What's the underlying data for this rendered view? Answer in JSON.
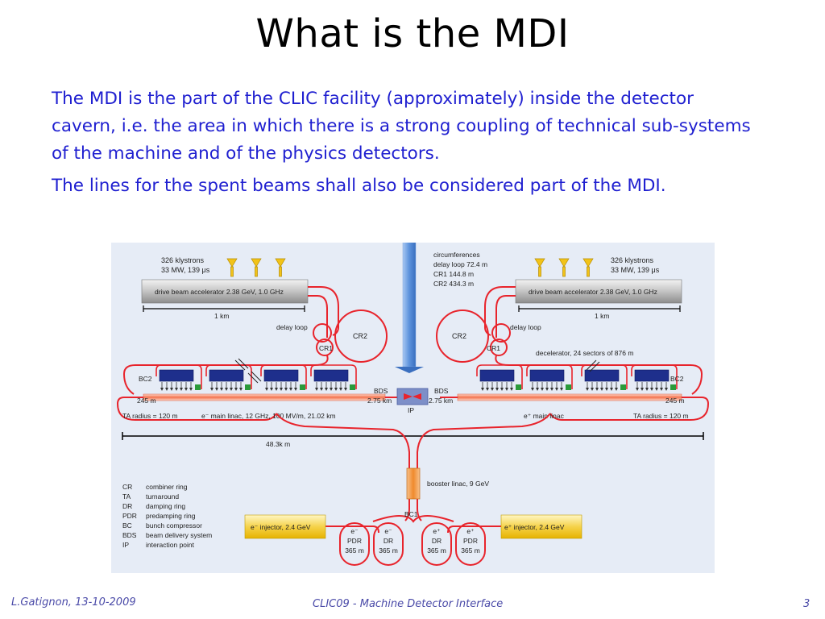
{
  "slide": {
    "title": "What is the MDI",
    "paragraph1": "The MDI is the part of the CLIC facility (approximately) inside the detector cavern, i.e. the area in which there is a strong coupling of technical sub-systems of the machine and of the physics detectors.",
    "paragraph2": "The lines for the spent beams shall also be considered part of the MDI."
  },
  "diagram": {
    "klystrons": [
      "326 klystrons",
      "33 MW, 139 μs"
    ],
    "drive_beam": "drive beam accelerator 2.38 GeV, 1.0 GHz",
    "one_km": "1 km",
    "delay_loop": "delay loop",
    "cr1": "CR1",
    "cr2": "CR2",
    "circumferences": [
      "circumferences",
      "delay loop 72.4 m",
      "CR1 144.8 m",
      "CR2 434.3 m"
    ],
    "decelerator": "decelerator, 24 sectors of 876 m",
    "bc2": "BC2",
    "m245": "245 m",
    "bds": "BDS",
    "bds_length": "2.75 km",
    "ip": "IP",
    "ta_radius": "TA radius = 120 m",
    "main_linac_left": "e⁻ main linac, 12 GHz, 100 MV/m, 21.02 km",
    "main_linac_right": "e⁺ main linac",
    "total_length": "48.3k m",
    "booster": "booster linac, 9 GeV",
    "bc1": "BC1",
    "injector_left": "e⁻ injector, 2.4 GeV",
    "injector_right": "e⁺ injector, 2.4 GeV",
    "rings": [
      {
        "particle": "e⁻",
        "name": "PDR",
        "length": "365 m"
      },
      {
        "particle": "e⁻",
        "name": "DR",
        "length": "365 m"
      },
      {
        "particle": "e⁺",
        "name": "DR",
        "length": "365 m"
      },
      {
        "particle": "e⁺",
        "name": "PDR",
        "length": "365 m"
      }
    ],
    "legend": [
      {
        "abbr": "CR",
        "desc": "combiner ring"
      },
      {
        "abbr": "TA",
        "desc": "turnaround"
      },
      {
        "abbr": "DR",
        "desc": "damping ring"
      },
      {
        "abbr": "PDR",
        "desc": "predamping ring"
      },
      {
        "abbr": "BC",
        "desc": "bunch compressor"
      },
      {
        "abbr": "BDS",
        "desc": "beam delivery system"
      },
      {
        "abbr": "IP",
        "desc": "interaction point"
      }
    ],
    "colors": {
      "beam": "#e8242c",
      "module": "#1e2f8c",
      "injector": "#f2c318",
      "background": "#e6ecf6",
      "arrow": "#4f86d6"
    }
  },
  "footer": {
    "author_date": "L.Gatignon, 13-10-2009",
    "event": "CLIC09 - Machine Detector Interface",
    "page": "3"
  }
}
